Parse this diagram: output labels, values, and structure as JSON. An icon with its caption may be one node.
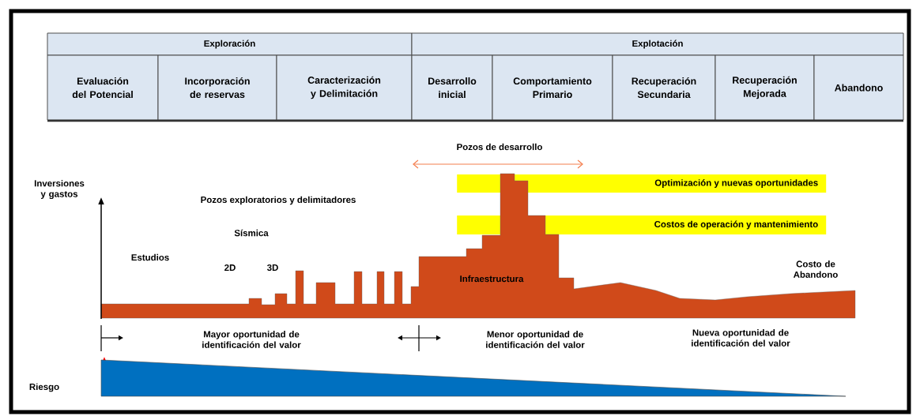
{
  "diagram": {
    "nodes": [
      {
        "text": [
          "Exploración"
        ]
      },
      {
        "text": [
          "Explotación"
        ]
      },
      {
        "text": [
          "Evaluación del Potencial"
        ]
      },
      {
        "text": [
          "Incorporación de reservas"
        ]
      },
      {
        "text": [
          "Caracterización y Delimitación"
        ]
      },
      {
        "text": [
          "Desarrollo inicial"
        ]
      },
      {
        "text": [
          "Comportamiento Primario"
        ]
      },
      {
        "text": [
          "Recuperación Secundaria"
        ]
      },
      {
        "text": [
          "Recuperación Mejorada"
        ]
      },
      {
        "text": [
          "Abandono"
        ]
      },
      {
        "text": [
          "Optimización y nuevas oportunidades"
        ]
      },
      {
        "text": [
          "Costos de operación y mantenimiento"
        ]
      }
    ],
    "labels": [
      "Pozos de desarrollo",
      "Inversiones y gastos",
      "Pozos exploratorios y delimitadores",
      "Sísmica",
      "Estudios",
      "2D",
      "3D",
      "Infraestructura",
      "Costo de Abandono",
      "Mayor oportunidad de identificación del valor",
      "Menor oportunidad de identificación del valor",
      "Nueva oportunidad de identificación del valor",
      "Riesgo"
    ]
  }
}
